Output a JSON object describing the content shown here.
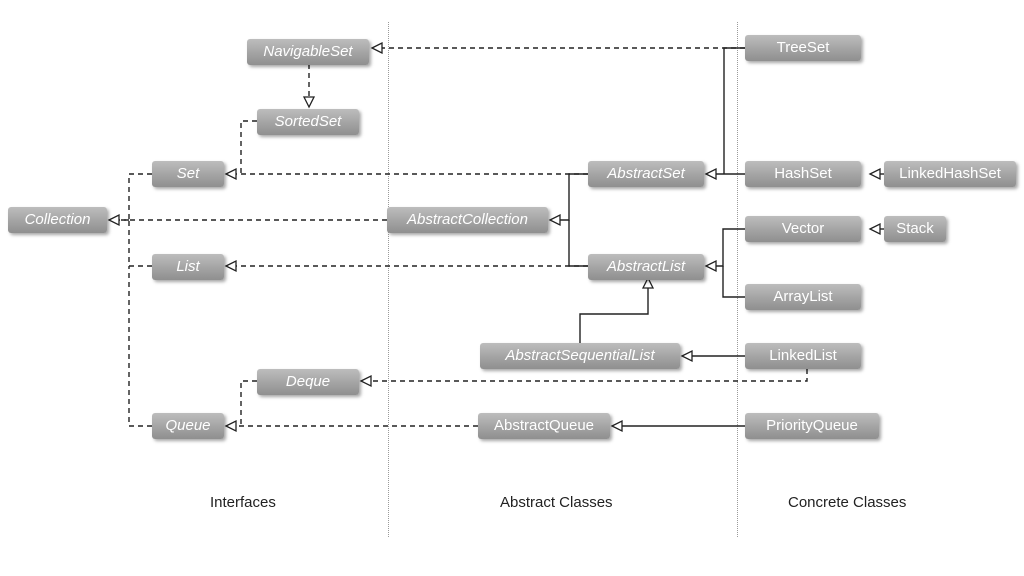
{
  "columns": {
    "interfaces": "Interfaces",
    "abstract_classes": "Abstract Classes",
    "concrete_classes": "Concrete Classes"
  },
  "nodes": {
    "navigable_set": "NavigableSet",
    "sorted_set": "SortedSet",
    "set": "Set",
    "collection": "Collection",
    "list": "List",
    "deque": "Deque",
    "queue": "Queue",
    "abstract_set": "AbstractSet",
    "abstract_collection": "AbstractCollection",
    "abstract_list": "AbstractList",
    "abstract_sequential_list": "AbstractSequentialList",
    "abstract_queue": "AbstractQueue",
    "tree_set": "TreeSet",
    "hash_set": "HashSet",
    "linked_hash_set": "LinkedHashSet",
    "vector": "Vector",
    "stack": "Stack",
    "array_list": "ArrayList",
    "linked_list": "LinkedList",
    "priority_queue": "PriorityQueue"
  },
  "colors": {
    "node_fill": "#a3a3a3",
    "node_text": "#ffffff",
    "line": "#222222",
    "divider": "#9a9a9a"
  }
}
